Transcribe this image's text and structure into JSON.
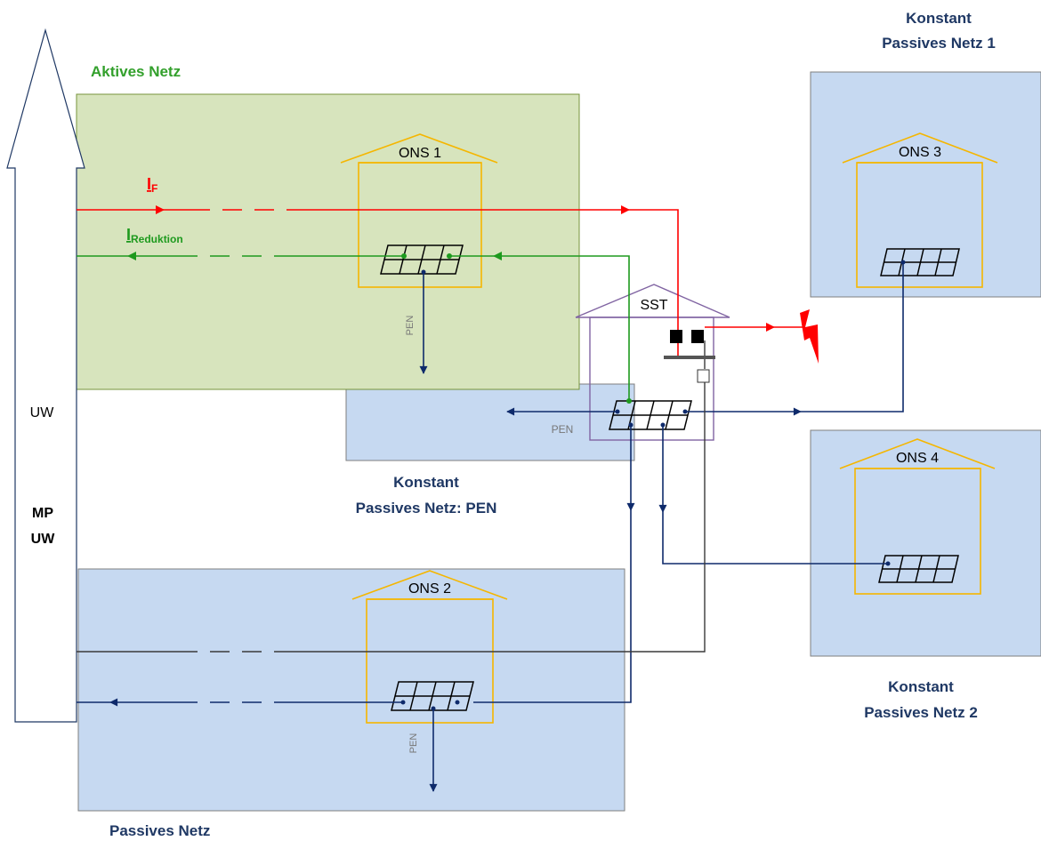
{
  "labels": {
    "uw": "UW",
    "mp_uw_line1": "MP",
    "mp_uw_line2": "UW",
    "aktives_netz": "Aktives Netz",
    "passives_netz": "Passives Netz",
    "konstant_pen_line1": "Konstant",
    "konstant_pen_line2": "Passives Netz: PEN",
    "konstant_1_line1": "Konstant",
    "konstant_1_line2": "Passives Netz 1",
    "konstant_2_line1": "Konstant",
    "konstant_2_line2": "Passives Netz 2",
    "ons1": "ONS 1",
    "ons2": "ONS 2",
    "ons3": "ONS 3",
    "ons4": "ONS 4",
    "sst": "SST",
    "pen_ons1": "PEN",
    "pen_sst": "PEN",
    "pen_ons2": "PEN",
    "current_fault_main": "I",
    "current_fault_sub": "F",
    "current_reduction_main": "I",
    "current_reduction_sub": "Reduktion"
  },
  "colors": {
    "active_net_fill": "#d7e4bd",
    "active_net_stroke": "#77933c",
    "passive_net_fill": "#c6d9f1",
    "passive_net_stroke": "#7f7f7f",
    "ons_house": "#f5b600",
    "sst_house": "#8064a2",
    "fault_red": "#ff0000",
    "reduction_green": "#1e9a1e",
    "green_label": "#33a02c",
    "navy": "#0e2a6b",
    "black_line": "#3a3a3a"
  }
}
